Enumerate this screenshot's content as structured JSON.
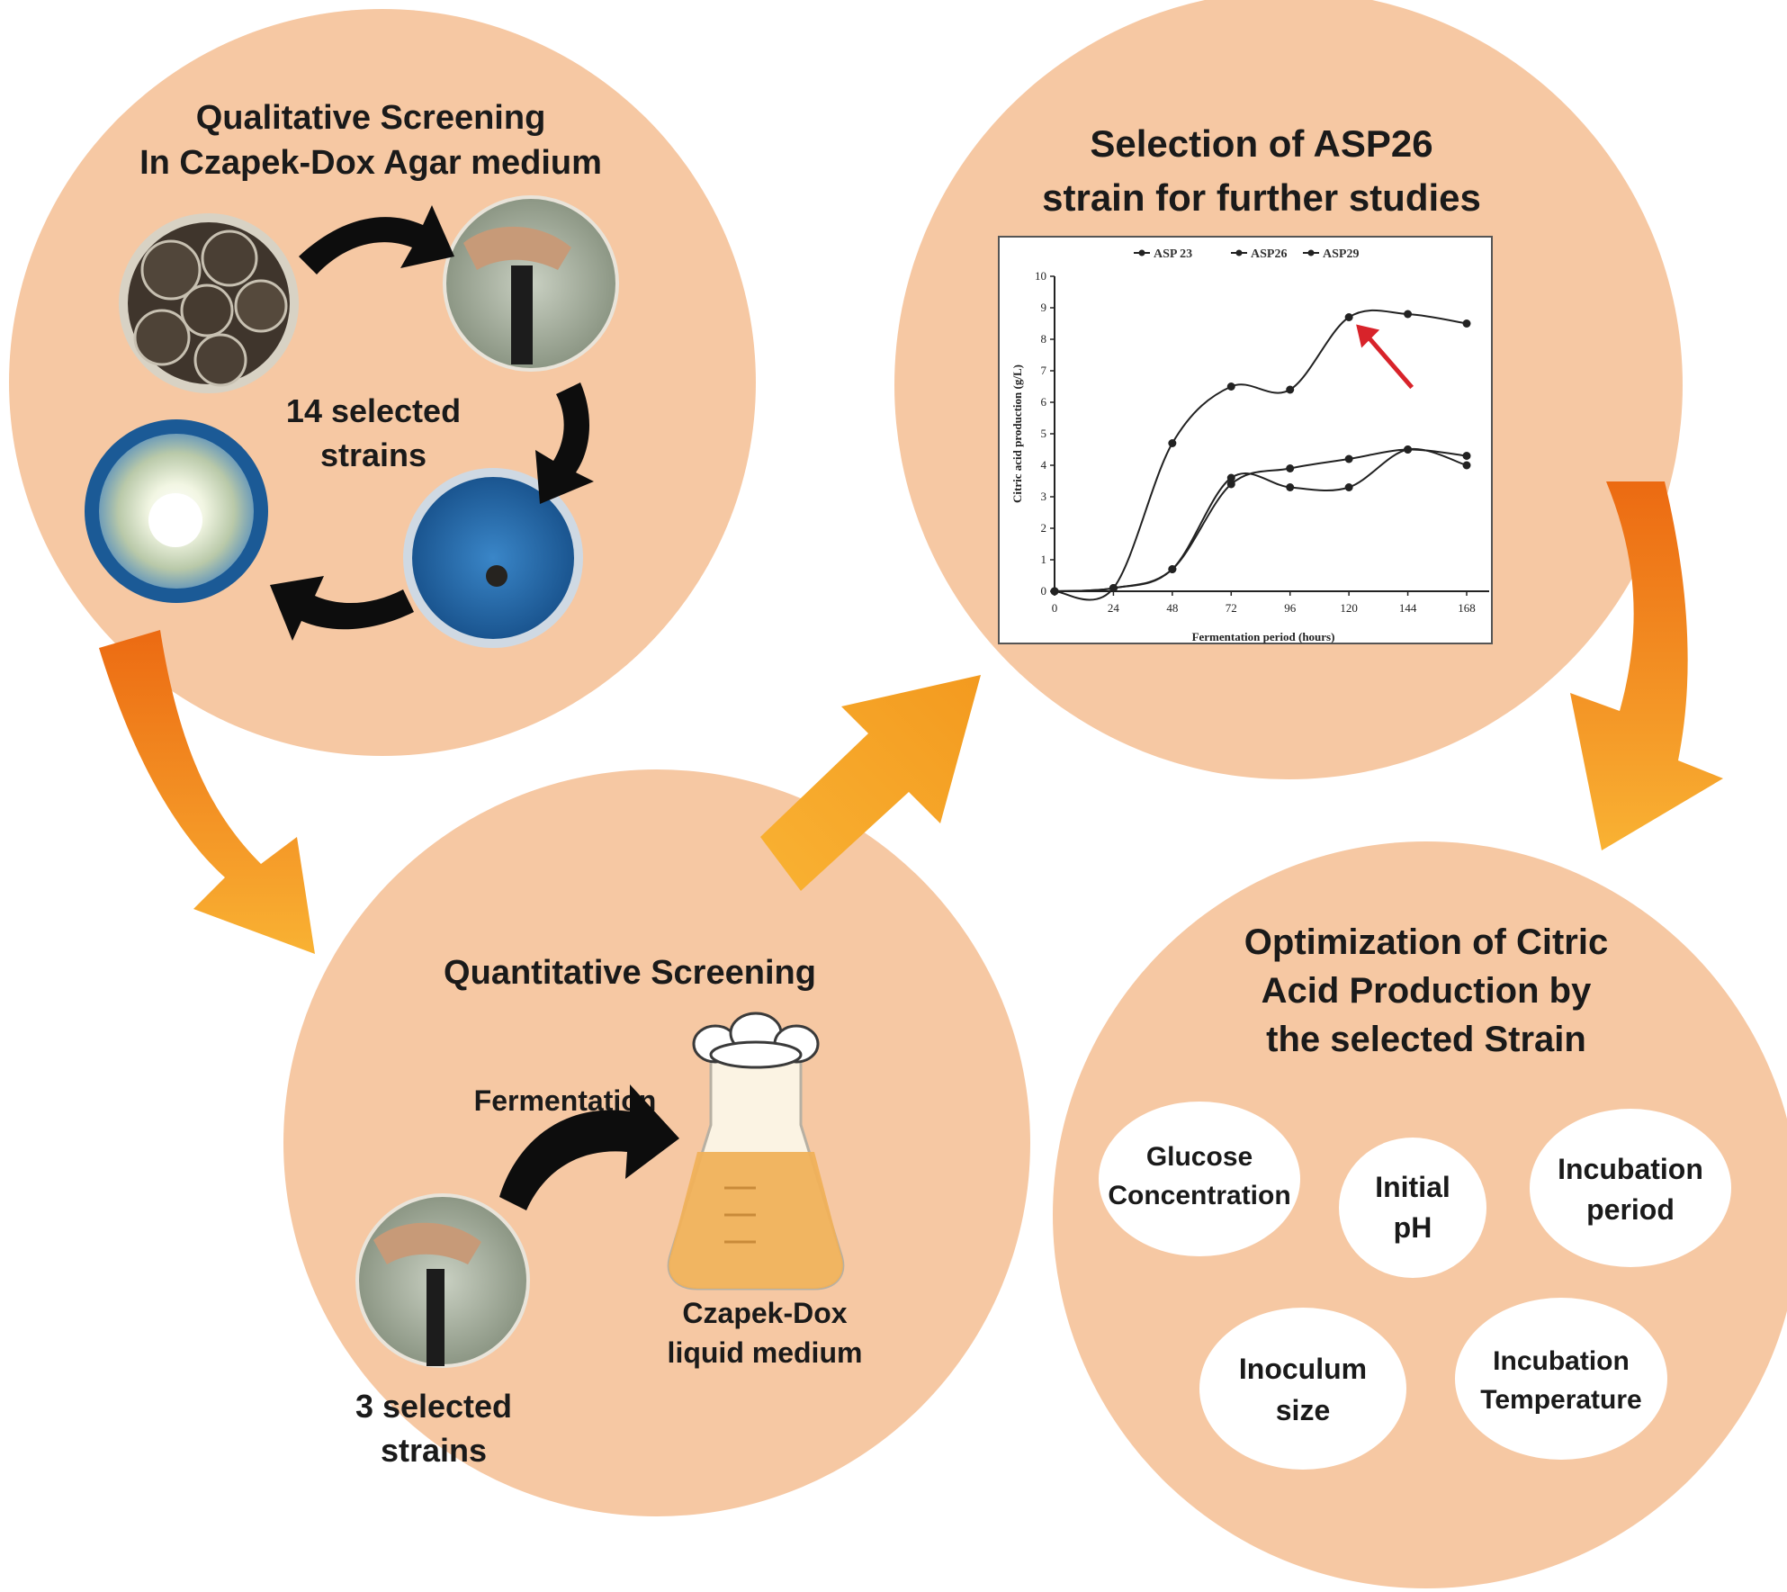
{
  "colors": {
    "panel_fill": "#f6c8a3",
    "arrow_light": "#f9b233",
    "arrow_dark": "#ec6a12",
    "bubble_fill": "#ffffff",
    "plate_blue": "#1f6fb3",
    "flask_liquid": "#f0b15a",
    "highlight_arrow": "#d8232a"
  },
  "panels": {
    "qualitative": {
      "title_line1": "Qualitative Screening",
      "title_line2": "In Czapek-Dox Agar medium",
      "count_line1": "14 selected",
      "count_line2": "strains"
    },
    "selection": {
      "title_line1": "Selection of ASP26",
      "title_line2": "strain for further studies"
    },
    "quantitative": {
      "title": "Quantitative Screening",
      "process_label": "Fermentation",
      "medium_line1": "Czapek-Dox",
      "medium_line2": "liquid medium",
      "count_line1": "3 selected",
      "count_line2": "strains"
    },
    "optimization": {
      "title_line1": "Optimization of Citric",
      "title_line2": "Acid Production by",
      "title_line3": "the selected Strain",
      "factors": {
        "glucose": {
          "line1": "Glucose",
          "line2": "Concentration"
        },
        "ph": {
          "line1": "Initial",
          "line2": "pH"
        },
        "period": {
          "line1": "Incubation",
          "line2": "period"
        },
        "inoculum": {
          "line1": "Inoculum",
          "line2": "size"
        },
        "temperature": {
          "line1": "Incubation",
          "line2": "Temperature"
        }
      }
    }
  },
  "chart_data": {
    "type": "line",
    "xlabel": "Fermentation period (hours)",
    "ylabel": "Citric acid production (g/L)",
    "x": [
      0,
      24,
      48,
      72,
      96,
      120,
      144,
      168
    ],
    "xlim": [
      0,
      168
    ],
    "ylim": [
      0,
      10
    ],
    "yticks": [
      0,
      1,
      2,
      3,
      4,
      5,
      6,
      7,
      8,
      9,
      10
    ],
    "legend_position": "top",
    "series": [
      {
        "name": "ASP 23",
        "values": [
          0,
          0.1,
          0.7,
          3.4,
          3.9,
          4.2,
          4.5,
          4.3
        ],
        "color": "#222222"
      },
      {
        "name": "ASP26",
        "values": [
          0,
          0.1,
          4.7,
          6.5,
          6.4,
          8.7,
          8.8,
          8.5
        ],
        "color": "#222222"
      },
      {
        "name": "ASP29",
        "values": [
          0,
          0.1,
          0.7,
          3.6,
          3.3,
          3.3,
          4.5,
          4.0
        ],
        "color": "#222222"
      }
    ],
    "highlight": {
      "series": "ASP26",
      "x": 120
    }
  }
}
